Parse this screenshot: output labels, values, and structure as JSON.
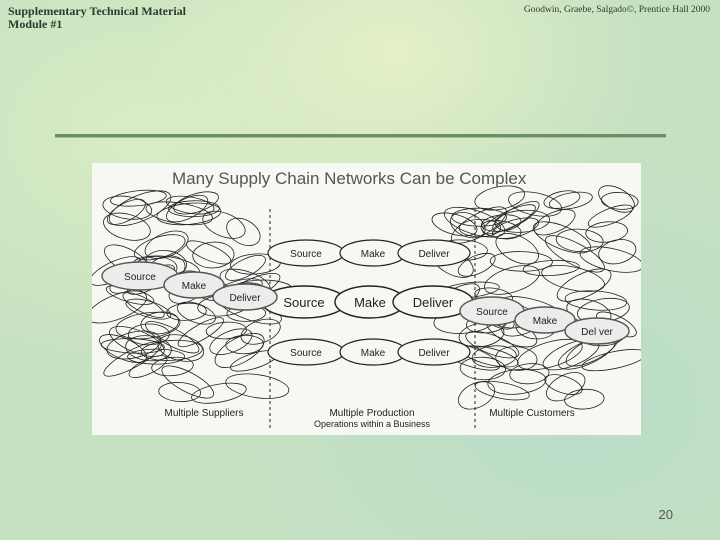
{
  "header": {
    "course": "Supplementary Technical Material",
    "module": "Module #1",
    "credit": "Goodwin, Graebe, Salgado©, Prentice Hall 2000"
  },
  "diagram": {
    "title": "Many Supply Chain Networks Can be Complex",
    "sections": {
      "left": "Multiple Suppliers",
      "middle_line1": "Multiple Production",
      "middle_line2": "Operations within a Business",
      "right": "Multiple Customers"
    },
    "stages": {
      "source": "Source",
      "make": "Make",
      "deliver": "Deliver",
      "deliver_right": "Del ver"
    }
  },
  "footer": {
    "page": "20"
  }
}
